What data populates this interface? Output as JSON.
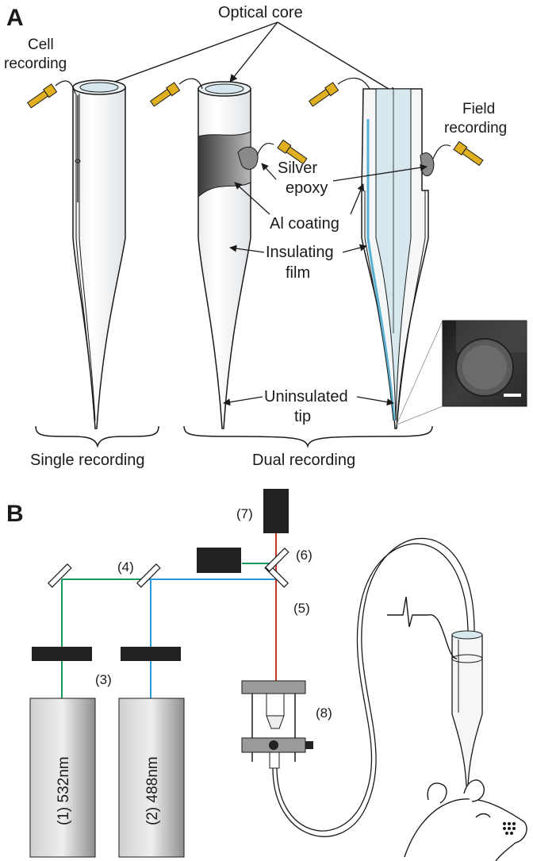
{
  "panel_a": {
    "letter": "A",
    "labels": {
      "optical_core": "Optical core",
      "cell_recording_1": "Cell",
      "cell_recording_2": "recording",
      "field_recording_1": "Field",
      "field_recording_2": "recording",
      "silver_epoxy_1": "Silver",
      "silver_epoxy_2": "epoxy",
      "al_coating": "Al coating",
      "insulating_film_1": "Insulating",
      "insulating_film_2": "film",
      "uninsulated_tip_1": "Uninsulated",
      "uninsulated_tip_2": "tip",
      "single_recording": "Single recording",
      "dual_recording": "Dual recording"
    }
  },
  "panel_b": {
    "letter": "B",
    "lasers": [
      {
        "label": "(1) 532nm",
        "beam_color": "#1a9a5a"
      },
      {
        "label": "(2) 488nm",
        "beam_color": "#2a9ad8"
      }
    ],
    "component_numbers": {
      "n3": "(3)",
      "n4": "(4)",
      "n5": "(5)",
      "n6": "(6)",
      "n7": "(7)",
      "n8": "(8)"
    },
    "beam_colors": {
      "green": "#1a9a5a",
      "blue": "#2a9ad8",
      "red": "#c0392b"
    }
  },
  "colors": {
    "connector_gold": "#e0b020",
    "core_fill": "#d6e8ee",
    "glass_fill": "#f4f6f7",
    "dark_component": "#222222"
  }
}
